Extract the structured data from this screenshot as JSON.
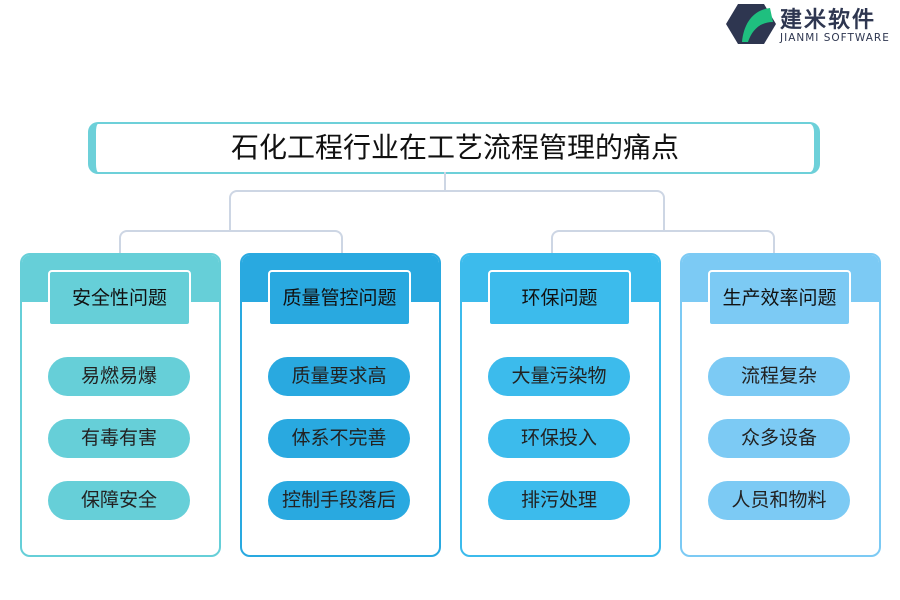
{
  "logo": {
    "name_cn": "建米软件",
    "name_en": "JIANMI SOFTWARE"
  },
  "title": "石化工程行业在工艺流程管理的痛点",
  "colors": [
    "#66cfd8",
    "#29a9e0",
    "#3cbbec",
    "#7ccaf4"
  ],
  "categories": [
    {
      "title": "安全性问题",
      "items": [
        "易燃易爆",
        "有毒有害",
        "保障安全"
      ]
    },
    {
      "title": "质量管控问题",
      "items": [
        "质量要求高",
        "体系不完善",
        "控制手段落后"
      ]
    },
    {
      "title": "环保问题",
      "items": [
        "大量污染物",
        "环保投入",
        "排污处理"
      ]
    },
    {
      "title": "生产效率问题",
      "items": [
        "流程复杂",
        "众多设备",
        "人员和物料"
      ]
    }
  ]
}
